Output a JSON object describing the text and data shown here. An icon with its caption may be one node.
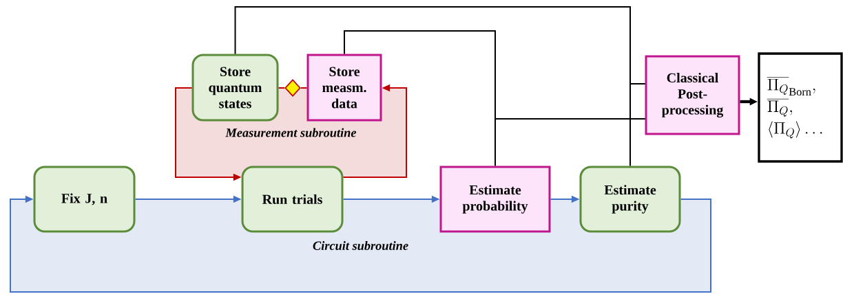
{
  "diagram": {
    "nodes": [
      {
        "text": [
          "Circuit subroutine"
        ]
      },
      {
        "text": [
          "Measurement subroutine"
        ]
      },
      {
        "text": [
          "Fix J, n"
        ]
      },
      {
        "text": [
          "Run trials"
        ]
      },
      {
        "text": [
          "Estimate probability"
        ]
      },
      {
        "text": [
          "Estimate purity"
        ]
      },
      {
        "text": [
          "Store quantum states"
        ]
      },
      {
        "text": [],
        "shape": "diamond"
      },
      {
        "text": [
          "Store measm. data"
        ]
      },
      {
        "text": [
          "Classical Post-processing"
        ]
      },
      {
        "text": [
          "\\overline{\\Pi_Q}_{\\mathrm{Born}},",
          "\\overline{\\Pi_Q},",
          "\\langle\\Pi_Q\\rangle\\ldots"
        ]
      }
    ],
    "edges": [
      {
        "from": 2,
        "to": 3,
        "arrow": "to",
        "color": "#4472c4"
      },
      {
        "from": 3,
        "to": 4,
        "arrow": "to",
        "color": "#4472c4"
      },
      {
        "from": 4,
        "to": 5,
        "arrow": "to",
        "color": "#4472c4"
      },
      {
        "from": 5,
        "to": 2,
        "arrow": "to",
        "color": "#4472c4"
      },
      {
        "from": 3,
        "to": 8,
        "arrow": "to",
        "color": "#c00000"
      },
      {
        "from": 6,
        "to": 3,
        "arrow": "to",
        "color": "#c00000"
      },
      {
        "from": 6,
        "to": 7,
        "arrow": "none",
        "color": "#c00000"
      },
      {
        "from": 7,
        "to": 8,
        "arrow": "none",
        "color": "#c00000"
      },
      {
        "from": 6,
        "to": 9,
        "arrow": "none"
      },
      {
        "from": 5,
        "to": 9,
        "arrow": "none"
      },
      {
        "from": 8,
        "to": 9,
        "arrow": "none"
      },
      {
        "from": 4,
        "to": 9,
        "arrow": "none"
      },
      {
        "from": 9,
        "to": 10,
        "arrow": "to",
        "style": "thick"
      }
    ]
  }
}
